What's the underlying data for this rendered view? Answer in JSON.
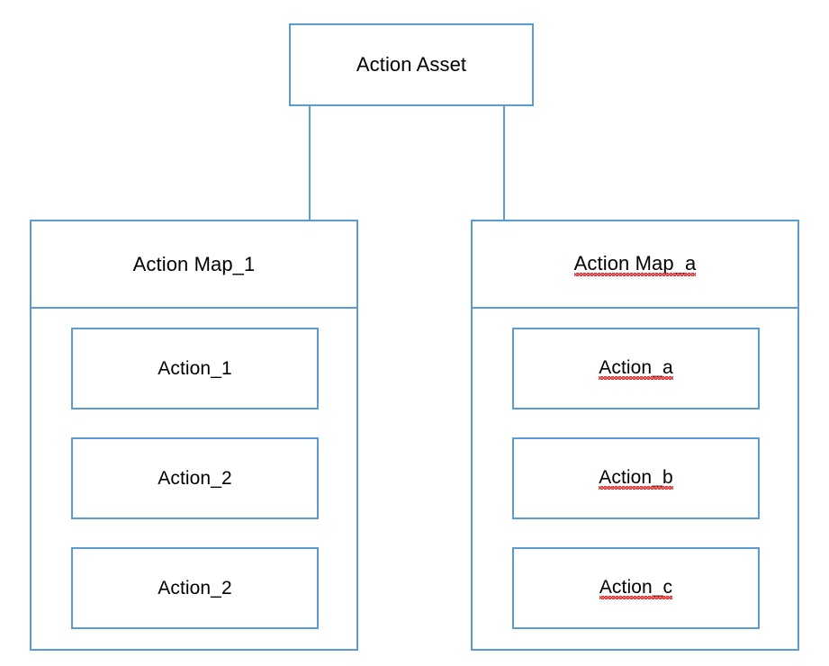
{
  "diagram": {
    "type": "tree",
    "title": "Action Asset hierarchy",
    "colors": {
      "border": "#5b9bd5",
      "fill": "#ffffff",
      "text": "#000000",
      "spellcheck_underline": "#e03030"
    },
    "root": {
      "label": "Action Asset"
    },
    "maps": [
      {
        "header": "Action Map_1",
        "header_misspelled": false,
        "actions": [
          {
            "label": "Action_1",
            "misspelled": false
          },
          {
            "label": "Action_2",
            "misspelled": false
          },
          {
            "label": "Action_2",
            "misspelled": false
          }
        ]
      },
      {
        "header": "Action Map_a",
        "header_misspelled": true,
        "actions": [
          {
            "label": "Action_a",
            "misspelled": true
          },
          {
            "label": "Action_b",
            "misspelled": true
          },
          {
            "label": "Action_c",
            "misspelled": true
          }
        ]
      }
    ],
    "connectors": [
      {
        "from": "Action Asset",
        "to": "Action Map_1"
      },
      {
        "from": "Action Asset",
        "to": "Action Map_a"
      }
    ]
  }
}
